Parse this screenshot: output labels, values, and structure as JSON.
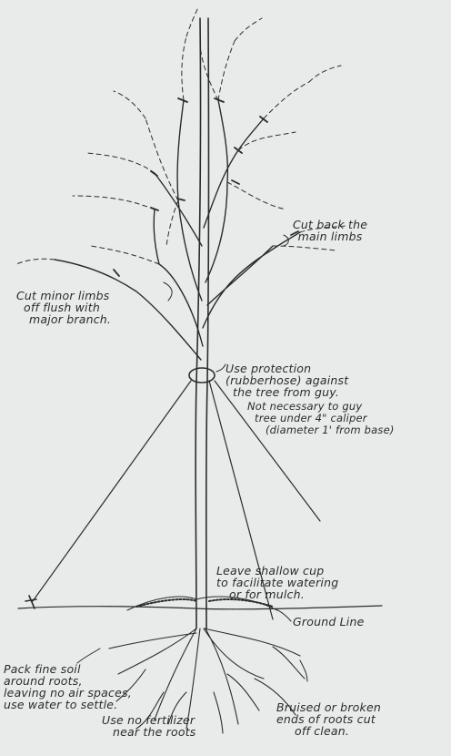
{
  "annotations": {
    "cut_main_limbs": [
      "Cut back the",
      "main limbs"
    ],
    "cut_minor_limbs": [
      "Cut minor limbs",
      "off flush with",
      "major branch."
    ],
    "protection": [
      "Use protection",
      "(rubberhose) against",
      "the tree from guy."
    ],
    "guy_note": [
      "Not necessary to guy",
      "tree under 4\" caliper",
      "(diameter 1' from base)"
    ],
    "shallow_cup": [
      "Leave shallow cup",
      "to facilitate watering",
      "or for mulch."
    ],
    "ground_line": "Ground Line",
    "pack_soil": [
      "Pack fine soil",
      "around roots,",
      "leaving no air spaces,",
      "use water to settle."
    ],
    "no_fertilizer": [
      "Use no fertilizer",
      "near the roots"
    ],
    "bruised_roots": [
      "Bruised or broken",
      "ends of roots cut",
      "off clean."
    ]
  },
  "colors": {
    "background": "#e9ebeb",
    "ink": "#2b2b2b"
  }
}
